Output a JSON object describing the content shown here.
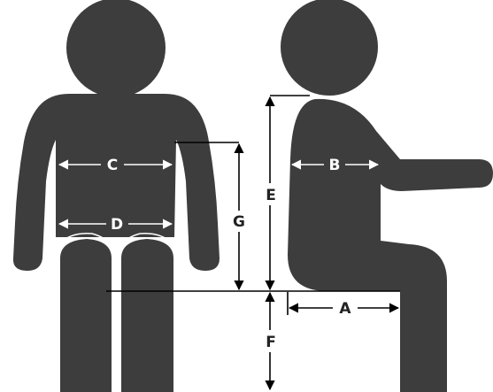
{
  "colors": {
    "silhouette": "#3d3d3d",
    "background": "#ffffff",
    "measure_lines_dark": "#000000",
    "measure_lines_light": "#ffffff"
  },
  "labels": {
    "A": "A",
    "B": "B",
    "C": "C",
    "D": "D",
    "E": "E",
    "F": "F",
    "G": "G"
  }
}
